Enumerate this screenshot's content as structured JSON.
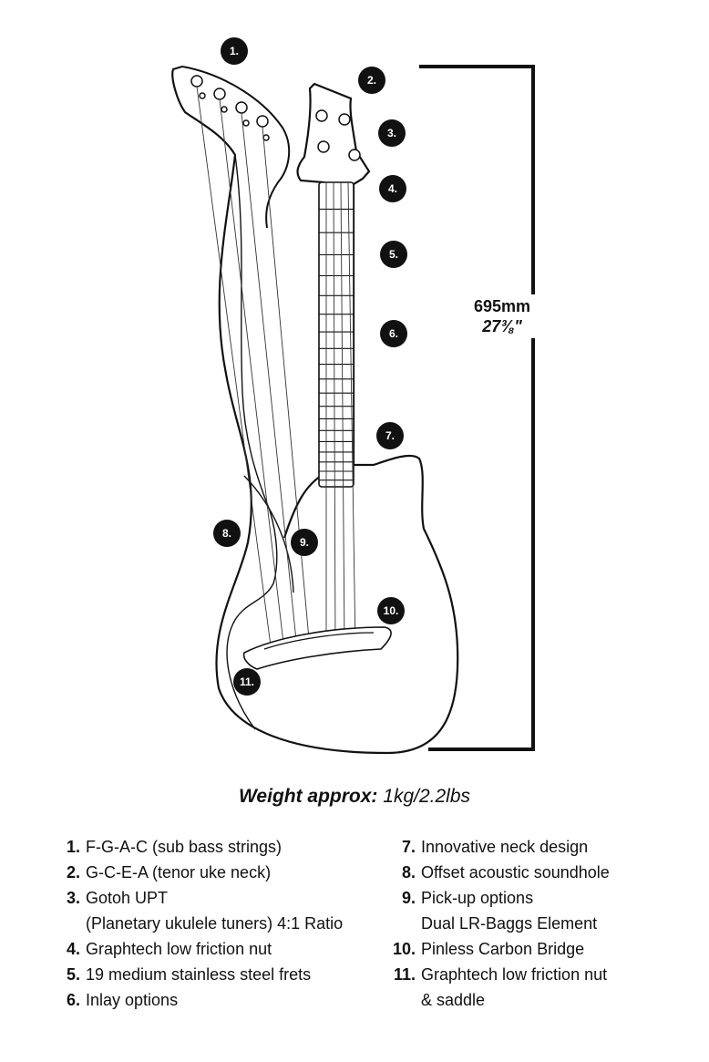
{
  "callouts": [
    {
      "num": "1."
    },
    {
      "num": "2."
    },
    {
      "num": "3."
    },
    {
      "num": "4."
    },
    {
      "num": "5."
    },
    {
      "num": "6."
    },
    {
      "num": "7."
    },
    {
      "num": "8."
    },
    {
      "num": "9."
    },
    {
      "num": "10."
    },
    {
      "num": "11."
    }
  ],
  "dimension": {
    "mm": "695mm",
    "inches": "27⅜\""
  },
  "weight": {
    "label": "Weight approx:",
    "value": "1kg/2.2lbs"
  },
  "legend": [
    {
      "num": "1.",
      "lines": [
        "F-G-A-C (sub bass strings)"
      ]
    },
    {
      "num": "2.",
      "lines": [
        "G-C-E-A (tenor uke neck)"
      ]
    },
    {
      "num": "3.",
      "lines": [
        "Gotoh UPT",
        "(Planetary ukulele tuners) 4:1 Ratio"
      ]
    },
    {
      "num": "4.",
      "lines": [
        "Graphtech low friction nut"
      ]
    },
    {
      "num": "5.",
      "lines": [
        "19 medium stainless steel frets"
      ]
    },
    {
      "num": "6.",
      "lines": [
        "Inlay options"
      ]
    },
    {
      "num": "7.",
      "lines": [
        "Innovative neck design"
      ]
    },
    {
      "num": "8.",
      "lines": [
        "Offset acoustic soundhole"
      ]
    },
    {
      "num": "9.",
      "lines": [
        "Pick-up options",
        "Dual LR-Baggs Element"
      ]
    },
    {
      "num": "10.",
      "lines": [
        "Pinless Carbon Bridge"
      ]
    },
    {
      "num": "11.",
      "lines": [
        "Graphtech low friction nut",
        "& saddle"
      ]
    }
  ]
}
